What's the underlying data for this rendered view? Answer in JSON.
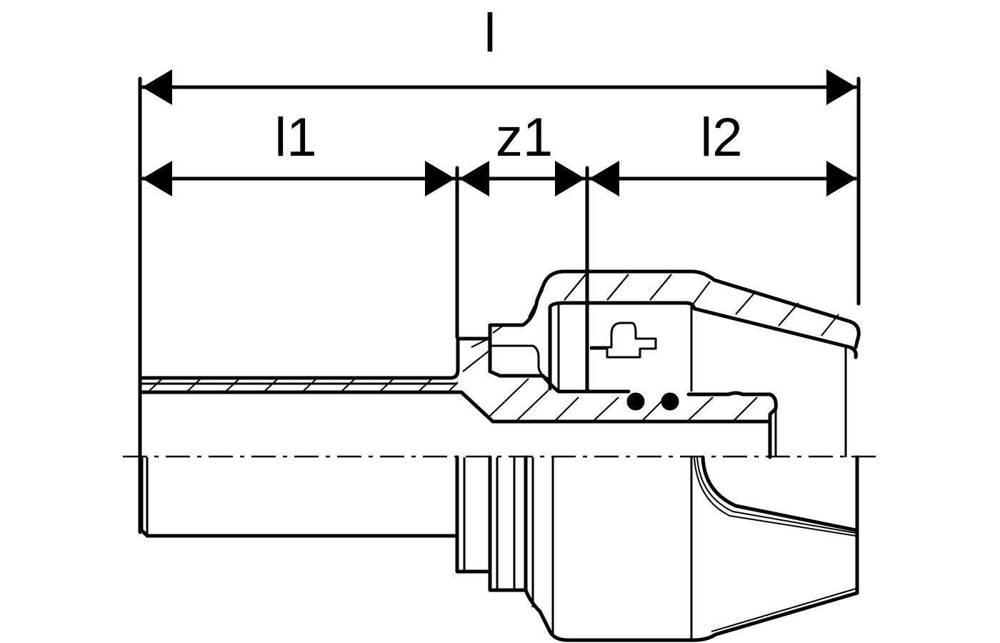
{
  "dimensions": {
    "overall_label": "l",
    "l1_label": "l1",
    "z1_label": "z1",
    "l2_label": "l2"
  },
  "colors": {
    "line": "#000000",
    "background": "#ffffff"
  }
}
